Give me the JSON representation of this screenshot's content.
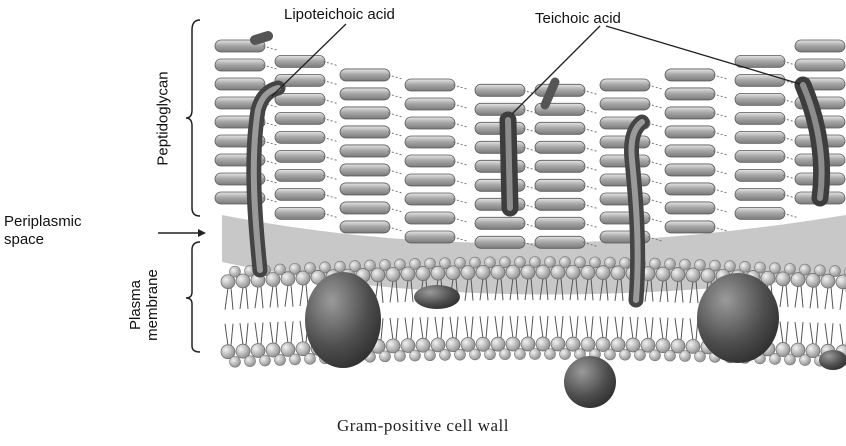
{
  "labels": {
    "lipoteichoic": "Lipoteichoic acid",
    "teichoic": "Teichoic acid",
    "peptidoglycan": "Peptidoglycan",
    "periplasmic_line1": "Periplasmic",
    "periplasmic_line2": "space",
    "plasma_line1": "Plasma",
    "plasma_line2": "membrane"
  },
  "caption": "Gram-positive cell wall",
  "colors": {
    "background": "#ffffff",
    "peptidoglycan_fill": "#b3b3b3",
    "periplasm_fill": "#c9c9c9",
    "lipid_head": "#bdbdbd",
    "protein": "#555555",
    "teichoic_rod": "#6e6e6e"
  },
  "icons": [
    "bracket-icon",
    "arrow-right-icon"
  ]
}
